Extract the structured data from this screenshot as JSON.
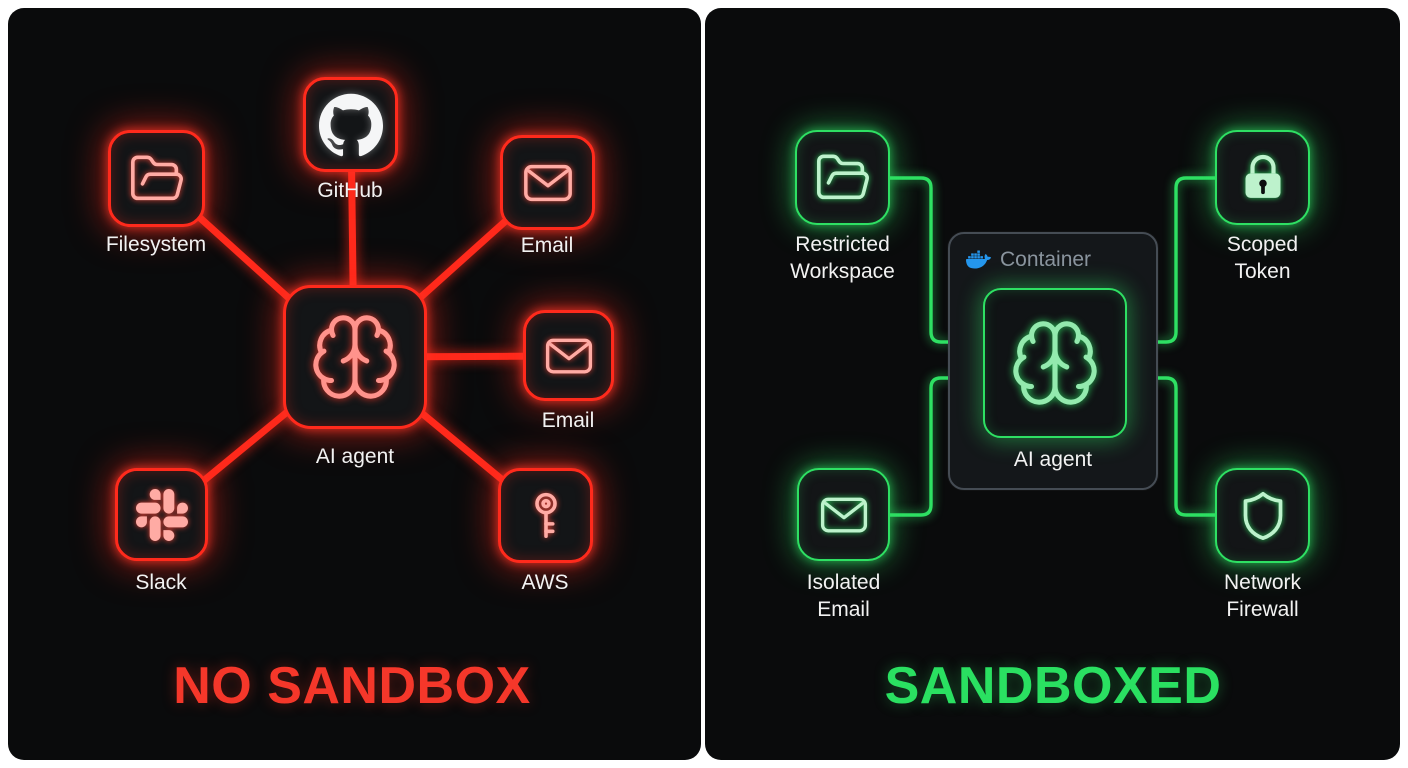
{
  "colors": {
    "red_accent": "#ff2a1c",
    "red_icon": "#ffaba4",
    "title_red": "#f5372a",
    "green_accent": "#2ee063",
    "green_icon": "#bdf2cc",
    "title_green": "#2ae061",
    "docker_blue": "#2496ed",
    "container_label_text": "#8a949e",
    "panel_bg": "#0a0b0c",
    "node_bg": "#131517",
    "label_text": "#f2f2f2"
  },
  "left_panel": {
    "title": "NO SANDBOX",
    "center_node": {
      "label": "AI agent",
      "icon": "brain-icon"
    },
    "nodes": [
      {
        "id": "filesystem",
        "label": "Filesystem",
        "icon": "folder-icon"
      },
      {
        "id": "github",
        "label": "GitHub",
        "icon": "github-icon"
      },
      {
        "id": "email-top",
        "label": "Email",
        "icon": "envelope-icon"
      },
      {
        "id": "email-right",
        "label": "Email",
        "icon": "envelope-icon"
      },
      {
        "id": "slack",
        "label": "Slack",
        "icon": "slack-icon"
      },
      {
        "id": "aws",
        "label": "AWS",
        "icon": "key-icon"
      }
    ]
  },
  "right_panel": {
    "title": "SANDBOXED",
    "container": {
      "label": "Container",
      "icon": "docker-icon"
    },
    "center_node": {
      "label": "AI agent",
      "icon": "brain-icon"
    },
    "nodes": [
      {
        "id": "restricted-workspace",
        "label": "Restricted Workspace",
        "icon": "folder-icon"
      },
      {
        "id": "scoped-token",
        "label": "Scoped Token",
        "icon": "lock-icon"
      },
      {
        "id": "isolated-email",
        "label": "Isolated Email",
        "icon": "envelope-icon"
      },
      {
        "id": "network-firewall",
        "label": "Network Firewall",
        "icon": "shield-icon"
      }
    ]
  }
}
